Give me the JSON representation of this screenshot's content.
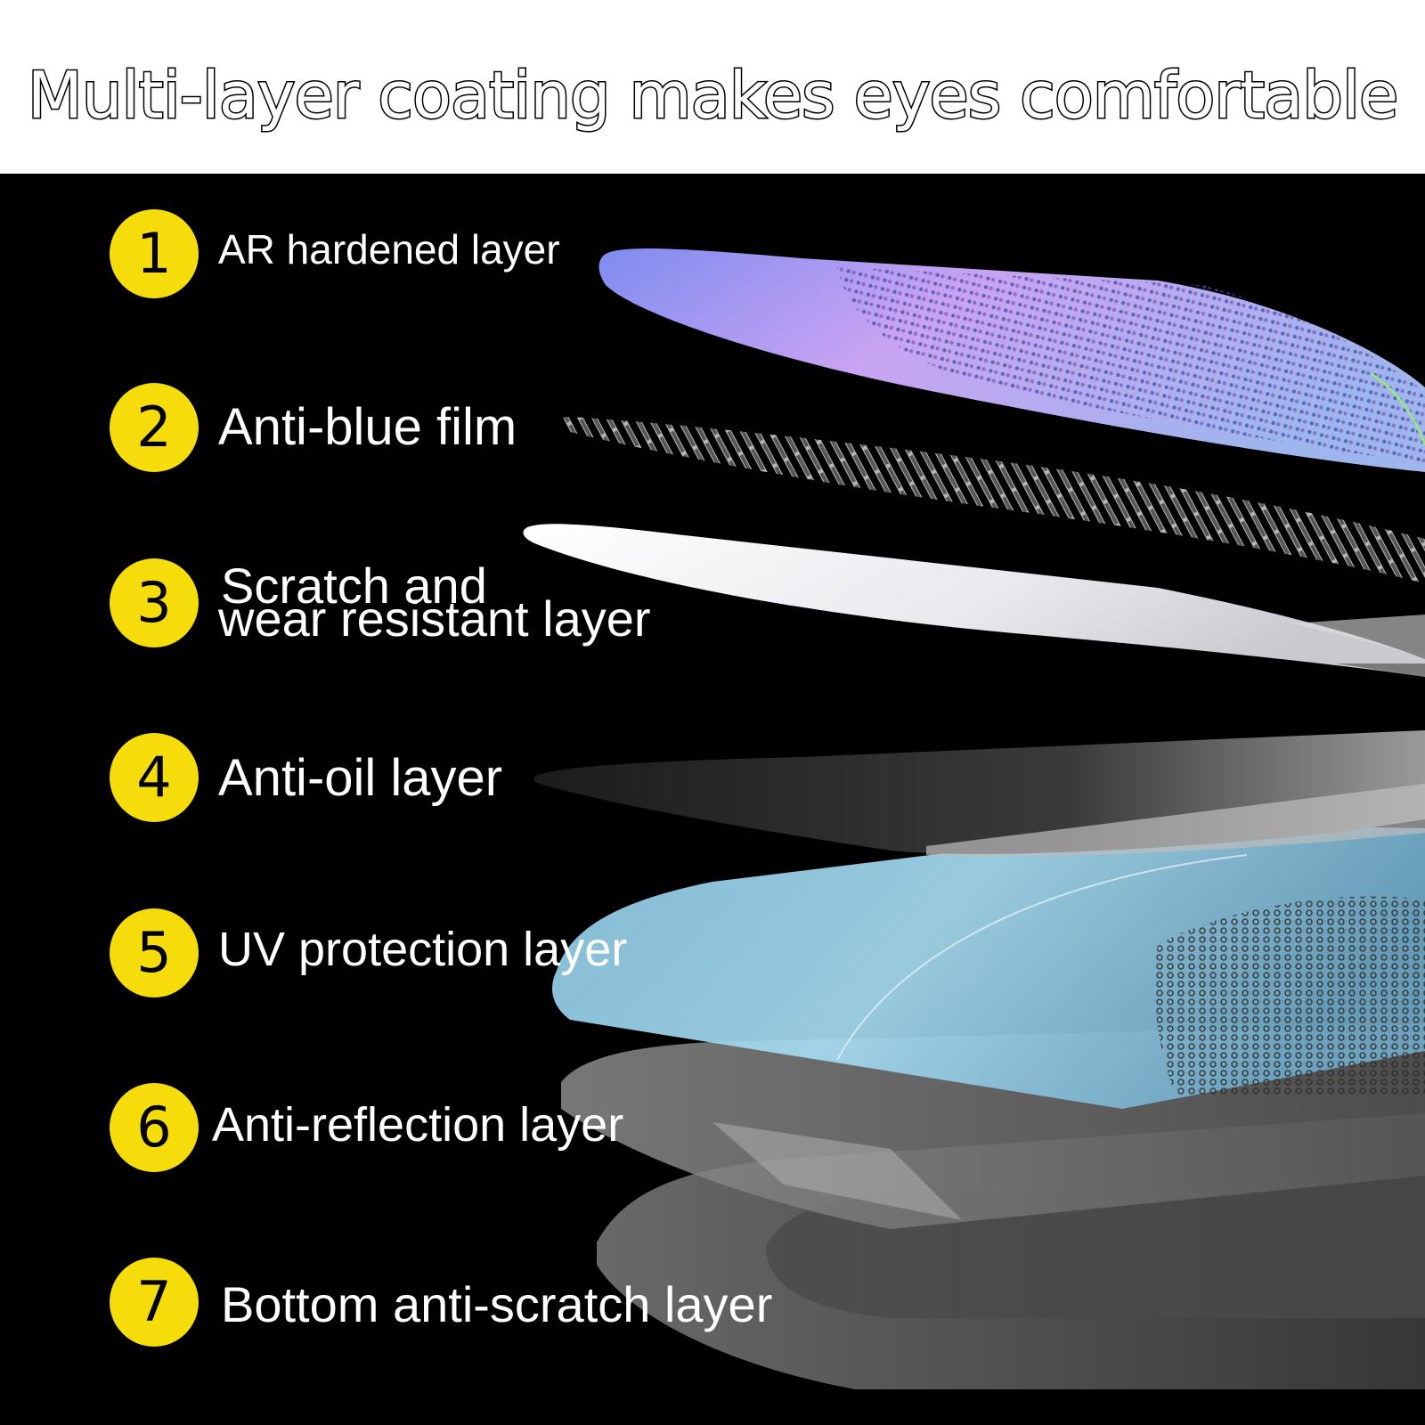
{
  "headline": "Multi-layer coating makes eyes comfortable",
  "colors": {
    "badge": "#f5dc0a",
    "background": "#000000",
    "header": "#ffffff"
  },
  "layers": [
    {
      "number": "1",
      "label": "AR hardened layer"
    },
    {
      "number": "2",
      "label": "Anti-blue film"
    },
    {
      "number": "3",
      "label_line1": "Scratch and",
      "label_line2": "wear resistant layer"
    },
    {
      "number": "4",
      "label": "Anti-oil layer"
    },
    {
      "number": "5",
      "label": "UV protection layer"
    },
    {
      "number": "6",
      "label": "Anti-reflection layer"
    },
    {
      "number": "7",
      "label": "Bottom anti-scratch layer"
    }
  ]
}
